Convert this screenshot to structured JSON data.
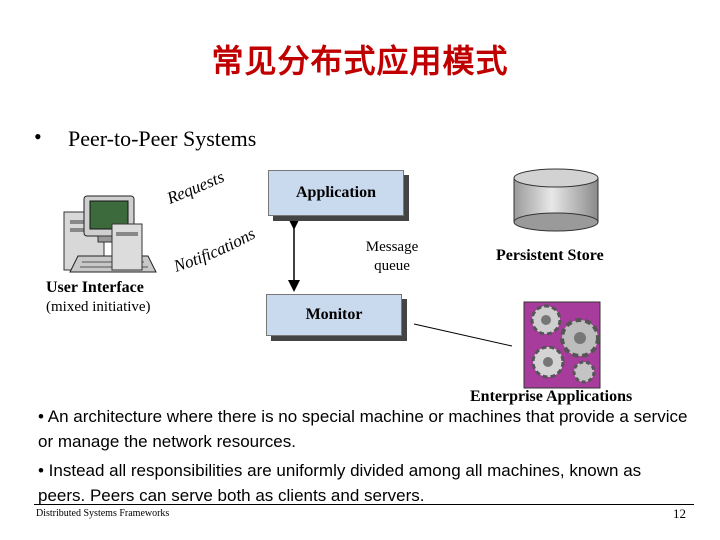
{
  "title": "常见分布式应用模式",
  "bullet": "•",
  "subtitle": "Peer-to-Peer Systems",
  "diagram": {
    "requests_label": "Requests",
    "notifications_label": "Notifications",
    "application_label": "Application",
    "message_queue_label": [
      "Message",
      "queue"
    ],
    "persistent_store_label": "Persistent Store",
    "monitor_label": "Monitor",
    "user_interface_label": "User Interface",
    "mixed_initiative_label": "(mixed initiative)",
    "enterprise_label": "Enterprise Applications",
    "colors": {
      "box_fill": "#c9d9ee",
      "title": "#c00000",
      "gear_bg": "#a83c9c"
    }
  },
  "paragraphs": [
    "• An architecture where there is no special machine or machines that provide a service or manage the network resources.",
    "• Instead all responsibilities are uniformly divided among all machines, known as peers. Peers can serve both as clients and servers."
  ],
  "footer": {
    "left": "Distributed Systems Frameworks",
    "page": "12"
  }
}
